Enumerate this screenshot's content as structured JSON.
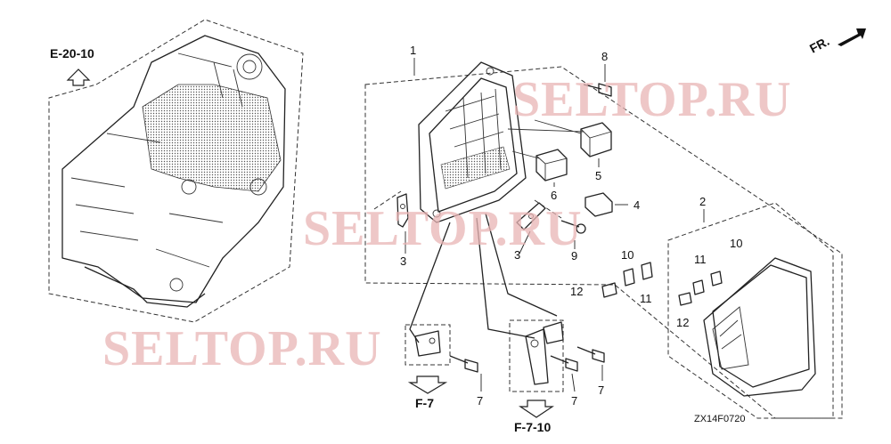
{
  "refs": {
    "e2010": "E-20-10",
    "f7": "F-7",
    "f710": "F-7-10",
    "fr": "FR."
  },
  "parts": {
    "p1": "1",
    "p2": "2",
    "p3a": "3",
    "p3b": "3",
    "p4": "4",
    "p5": "5",
    "p6": "6",
    "p7a": "7",
    "p7b": "7",
    "p7c": "7",
    "p8": "8",
    "p9": "9",
    "p10a": "10",
    "p10b": "10",
    "p11a": "11",
    "p11b": "11",
    "p12a": "12",
    "p12b": "12"
  },
  "diagram_code": "ZX14F0720",
  "watermark": "SELTOP.RU",
  "colors": {
    "line": "#222222",
    "watermark": "#e8b4b4"
  }
}
